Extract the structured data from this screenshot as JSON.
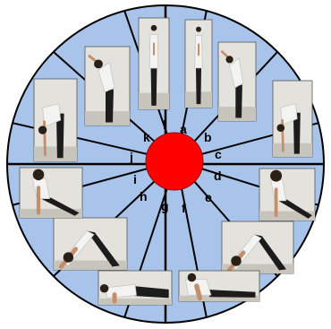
{
  "colors": {
    "disc": "#a9c4ea",
    "rim": "#000000",
    "hub": "#ff0000",
    "photo_wall": "#e4e2dc",
    "photo_floor": "#c7c4bb",
    "figure_top": "#f3f3f1",
    "figure_bottom": "#1c1c1c",
    "skin": "#c58d6a"
  },
  "poses": [
    {
      "letter": "a",
      "pose": "standing-palms-joined"
    },
    {
      "letter": "b",
      "pose": "standing-backbend"
    },
    {
      "letter": "c",
      "pose": "standing-forward-fold"
    },
    {
      "letter": "d",
      "pose": "low-lunge"
    },
    {
      "letter": "e",
      "pose": "downward-dog"
    },
    {
      "letter": "f",
      "pose": "cobra"
    },
    {
      "letter": "g",
      "pose": "eight-limb-lowering"
    },
    {
      "letter": "h",
      "pose": "downward-dog"
    },
    {
      "letter": "i",
      "pose": "low-lunge"
    },
    {
      "letter": "j",
      "pose": "standing-forward-fold"
    },
    {
      "letter": "k",
      "pose": "standing-backbend"
    },
    {
      "letter": "l",
      "pose": "standing-palms-joined"
    }
  ]
}
